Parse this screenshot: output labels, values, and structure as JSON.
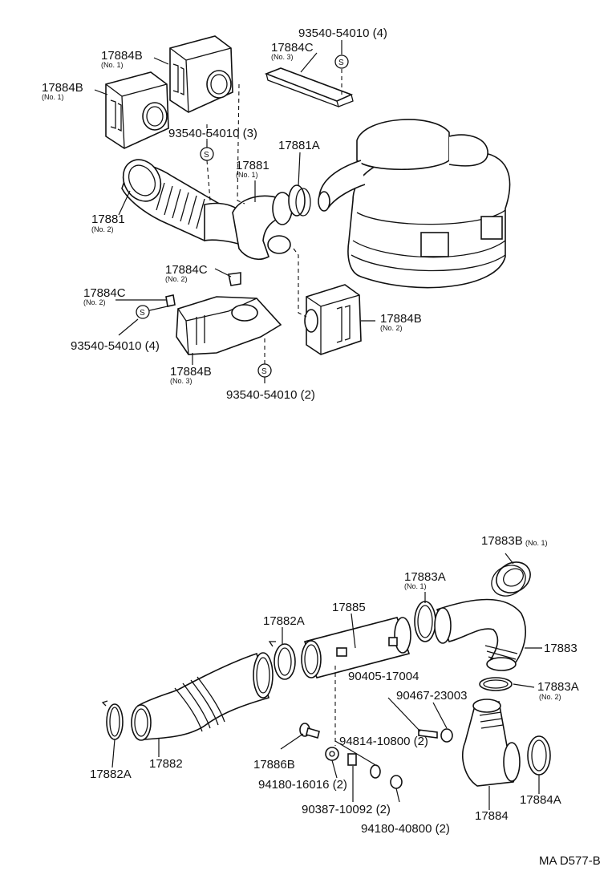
{
  "labels": {
    "p17884B_n1_top": {
      "code": "17884B",
      "note": "(No. 1)"
    },
    "p17884B_n1_left": {
      "code": "17884B",
      "note": "(No. 1)"
    },
    "p17884C_n3": {
      "code": "17884C",
      "note": "(No. 3)"
    },
    "s93540_4_top": {
      "code": "93540-54010 (4)"
    },
    "s93540_3": {
      "code": "93540-54010 (3)"
    },
    "p17881A": {
      "code": "17881A"
    },
    "p17881_n1": {
      "code": "17881",
      "note": "(No. 1)"
    },
    "p17881_n2": {
      "code": "17881",
      "note": "(No. 2)"
    },
    "p17884C_n2_a": {
      "code": "17884C",
      "note": "(No. 2)"
    },
    "p17884C_n2_b": {
      "code": "17884C",
      "note": "(No. 2)"
    },
    "s93540_4_left": {
      "code": "93540-54010 (4)"
    },
    "p17884B_n2": {
      "code": "17884B",
      "note": "(No. 2)"
    },
    "p17884B_n3": {
      "code": "17884B",
      "note": "(No. 3)"
    },
    "s93540_2": {
      "code": "93540-54010 (2)"
    },
    "p17883B_n1": {
      "code": "17883B",
      "note": "(No. 1)"
    },
    "p17883A_n1": {
      "code": "17883A",
      "note": "(No. 1)"
    },
    "p17885": {
      "code": "17885"
    },
    "p17882A_top": {
      "code": "17882A"
    },
    "p17883": {
      "code": "17883"
    },
    "p90405": {
      "code": "90405-17004"
    },
    "p90467": {
      "code": "90467-23003"
    },
    "p17883A_n2": {
      "code": "17883A",
      "note": "(No. 2)"
    },
    "p94814": {
      "code": "94814-10800 (2)"
    },
    "p17882": {
      "code": "17882"
    },
    "p17882A_bottom": {
      "code": "17882A"
    },
    "p17886B": {
      "code": "17886B"
    },
    "p94180_16016": {
      "code": "94180-16016 (2)"
    },
    "p90387": {
      "code": "90387-10092 (2)"
    },
    "p94180_40800": {
      "code": "94180-40800 (2)"
    },
    "p17884": {
      "code": "17884"
    },
    "p17884A": {
      "code": "17884A"
    }
  },
  "symbol": "S",
  "diagram_code": "MA D577-B"
}
